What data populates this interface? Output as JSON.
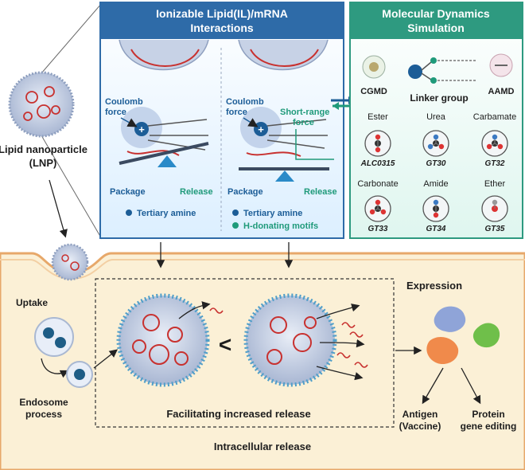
{
  "panels": {
    "il_mrna": {
      "title_line1": "Ionizable Lipid(IL)/mRNA",
      "title_line2": "Interactions",
      "left": {
        "force_line1": "Coulomb",
        "force_line2": "force",
        "package_label": "Package",
        "release_label": "Release",
        "legend": "Tertiary amine"
      },
      "right": {
        "force_line1": "Coulomb",
        "force_line2": "force",
        "short_range_line1": "Short-range",
        "short_range_line2": "force",
        "package_label": "Package",
        "release_label": "Release",
        "legend_1": "Tertiary amine",
        "legend_2": "H-donating motifs"
      }
    },
    "md": {
      "title_line1": "Molecular Dynamics",
      "title_line2": "Simulation",
      "cgmd": "CGMD",
      "aamd": "AAMD",
      "linker": "Linker group",
      "linkers": [
        {
          "name": "Ester",
          "code": "ALC0315"
        },
        {
          "name": "Urea",
          "code": "GT30"
        },
        {
          "name": "Carbamate",
          "code": "GT32"
        },
        {
          "name": "Carbonate",
          "code": "GT33"
        },
        {
          "name": "Amide",
          "code": "GT34"
        },
        {
          "name": "Ether",
          "code": "GT35"
        }
      ]
    }
  },
  "lnp": {
    "label_line1": "Lipid nanoparticle",
    "label_line2": "(LNP)"
  },
  "cell": {
    "uptake": "Uptake",
    "endosome_line1": "Endosome",
    "endosome_line2": "process",
    "compare_symbol": "<",
    "facilitating": "Facilitating increased release",
    "intracellular": "Intracellular release",
    "expression": "Expression",
    "antigen_line1": "Antigen",
    "antigen_line2": "(Vaccine)",
    "protein_line1": "Protein",
    "protein_line2": "gene editing"
  },
  "colors": {
    "header_blue": "#2e6ba8",
    "header_green": "#2e9a80",
    "cell_fill": "#fbf0d6",
    "cell_border": "#e7a86a",
    "accent_blue": "#1c5d97",
    "accent_green": "#1f9a7a",
    "mrna_red": "#c8312f"
  }
}
